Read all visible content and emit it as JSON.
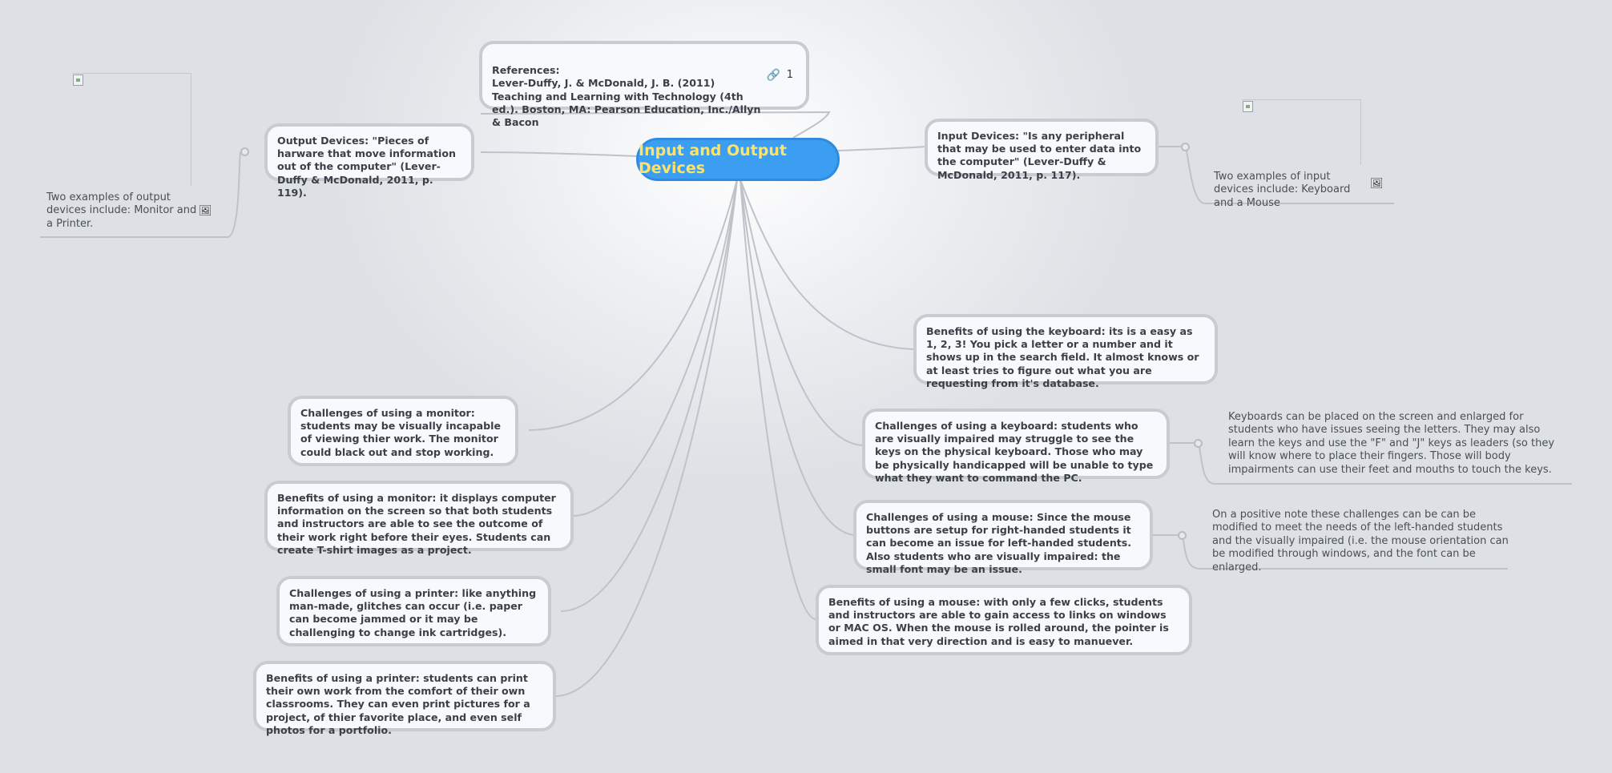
{
  "root": {
    "label": "Input and Output Devices"
  },
  "references": {
    "text": "References:\nLever-Duffy, J. & McDonald, J. B. (2011) Teaching and Learning with Technology (4th ed.). Boston, MA: Pearson Education, Inc./Allyn & Bacon",
    "link_count": "1"
  },
  "output_devices": {
    "text": "Output Devices: \"Pieces of harware that move information out of the computer\" (Lever-Duffy & McDonald, 2011, p. 119)."
  },
  "output_note": {
    "text": "Two examples of output devices include: Monitor and a Printer."
  },
  "input_devices": {
    "text": "Input Devices: \"Is any peripheral that may be used to enter data into the computer\" (Lever-Duffy & McDonald, 2011, p. 117)."
  },
  "input_note": {
    "text": "Two examples of input devices include: Keyboard and a Mouse"
  },
  "benefits_keyboard": {
    "text": "Benefits of using the keyboard: its is a easy as 1, 2, 3! You pick a letter or a number and it shows up in the search field. It almost knows or at least tries to figure out what you are requesting from it's database."
  },
  "challenges_keyboard": {
    "text": "Challenges of using a keyboard: students who are visually impaired may struggle to see the keys on the physical keyboard. Those who may be physically handicapped will be unable to type what they want to command the PC."
  },
  "keyboard_note": {
    "text": "Keyboards can be placed on the screen and enlarged for students who have issues seeing the letters. They may also learn the keys and use the \"F\" and \"J\" keys as leaders (so they will know where to place their fingers. Those will body impairments can use their feet and mouths to touch the keys."
  },
  "challenges_mouse": {
    "text": "Challenges of using a mouse: Since the mouse buttons are setup for right-handed students it can become an issue for left-handed students. Also students who are visually impaired: the small font may be an issue."
  },
  "mouse_note": {
    "text": "On a positive note these challenges can be can be modified to meet the needs of the left-handed students and the visually impaired (i.e. the mouse orientation can be modified through windows, and the font can be enlarged."
  },
  "benefits_mouse": {
    "text": "Benefits of using a mouse: with only a few clicks, students and instructors are able to gain access to links on windows or MAC OS. When the mouse is rolled around, the pointer is aimed in that very direction and is easy to manuever."
  },
  "challenges_monitor": {
    "text": "Challenges of using a monitor: students may be visually incapable of viewing thier work. The monitor could black out and stop working."
  },
  "benefits_monitor": {
    "text": "Benefits of using a monitor: it displays computer information on the screen so that both students and instructors are able to see the outcome of their work right before their eyes. Students can create T-shirt images as a project."
  },
  "challenges_printer": {
    "text": "Challenges of using a printer: like anything man-made, glitches can occur (i.e. paper can become jammed or it may be challenging to change ink cartridges)."
  },
  "benefits_printer": {
    "text": "Benefits of using a printer: students can print their own work from the comfort of their own classrooms. They can even print pictures for a project, of thier favorite place, and even self photos for a portfolio."
  },
  "icons": {
    "link": "link-icon",
    "image": "image-icon"
  },
  "colors": {
    "root_fill": "#3b9ef0",
    "root_text": "#fde36b",
    "line": "#bfc3c9"
  }
}
